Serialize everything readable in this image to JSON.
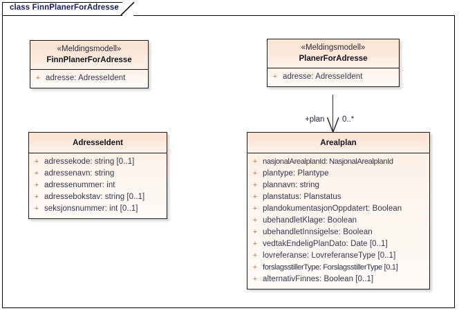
{
  "diagram": {
    "frame_title": "class FinnPlanerForAdresse",
    "colors": {
      "header_fill": "#FAE3D2",
      "body_fill": "#FDF6F0",
      "border": "#1A1A1A",
      "title_text": "#1A1A5E",
      "attribute_text": "#35354D",
      "visibility_marker": "#BD7440"
    }
  },
  "classes": [
    {
      "id": "finn-planer-for-adresse",
      "stereotype": "«Meldingsmodell»",
      "name": "FinnPlanerForAdresse",
      "attributes": [
        {
          "visibility": "+",
          "text": "adresse: AdresseIdent"
        }
      ]
    },
    {
      "id": "planer-for-adresse",
      "stereotype": "«Meldingsmodell»",
      "name": "PlanerForAdresse",
      "attributes": [
        {
          "visibility": "+",
          "text": "adresse: AdresseIdent"
        }
      ]
    },
    {
      "id": "adresse-ident",
      "stereotype": "",
      "name": "AdresseIdent",
      "attributes": [
        {
          "visibility": "+",
          "text": "adressekode: string [0..1]"
        },
        {
          "visibility": "+",
          "text": "adressenavn: string"
        },
        {
          "visibility": "+",
          "text": "adressenummer: int"
        },
        {
          "visibility": "+",
          "text": "adressebokstav: string [0..1]"
        },
        {
          "visibility": "+",
          "text": "seksjonsnummer: int [0..1]"
        }
      ]
    },
    {
      "id": "arealplan",
      "stereotype": "",
      "name": "Arealplan",
      "attributes": [
        {
          "visibility": "+",
          "text": "nasjonalArealplanId: NasjonalArealplanId"
        },
        {
          "visibility": "+",
          "text": "plantype: Plantype"
        },
        {
          "visibility": "+",
          "text": "plannavn: string"
        },
        {
          "visibility": "+",
          "text": "planstatus: Planstatus"
        },
        {
          "visibility": "+",
          "text": "plandokumentasjonOppdatert: Boolean"
        },
        {
          "visibility": "+",
          "text": "ubehandletKlage: Boolean"
        },
        {
          "visibility": "+",
          "text": "ubehandletInnsigelse: Boolean"
        },
        {
          "visibility": "+",
          "text": "vedtakEndeligPlanDato: Date [0..1]"
        },
        {
          "visibility": "+",
          "text": "lovreferanse: LovreferanseType [0..1]"
        },
        {
          "visibility": "+",
          "text": "forslagsstillerType: ForslagsstillerType [0.1]"
        },
        {
          "visibility": "+",
          "text": "alternativFinnes: Boolean [0..1]"
        }
      ]
    }
  ],
  "associations": [
    {
      "id": "planer-to-arealplan",
      "source": "planer-for-adresse",
      "target": "arealplan",
      "role_label": "+plan",
      "multiplicity": "0..*"
    }
  ]
}
